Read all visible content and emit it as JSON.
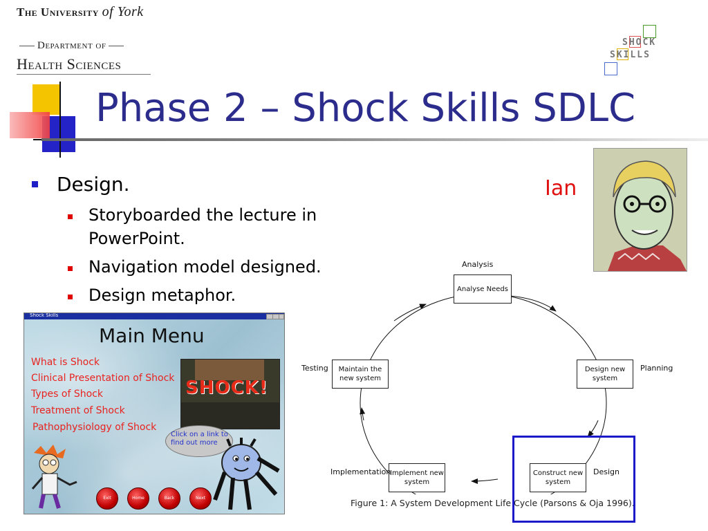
{
  "header": {
    "university_prefix": "The University",
    "university_name": "of York",
    "department_line1": "Department of",
    "department_line2": "Health Sciences",
    "logo_row1": "SHOCK",
    "logo_row2": "SKILLS"
  },
  "slide": {
    "title": "Phase 2 – Shock Skills SDLC",
    "bullet": "Design.",
    "sub_bullets": [
      "Storyboarded the lecture in",
      "PowerPoint.",
      "Navigation model designed.",
      "Design metaphor."
    ],
    "person_label": "Ian"
  },
  "main_menu": {
    "window_title": "Shock Skills",
    "title": "Main Menu",
    "links": [
      "What is Shock",
      "Clinical Presentation of Shock",
      "Types of Shock",
      "Treatment of Shock",
      "Pathophysiology of Shock"
    ],
    "image_word": "SHOCK!",
    "bubble_text": "Click on a link to find out more",
    "nav_buttons": [
      "Exit",
      "Home",
      "Back",
      "Next"
    ]
  },
  "sdlc": {
    "boxes": {
      "analyse": "Analyse Needs",
      "design_new": "Design new system",
      "construct": "Construct new system",
      "implement": "Implement new system",
      "maintain": "Maintain the new system"
    },
    "labels": {
      "analysis": "Analysis",
      "planning": "Planning",
      "design": "Design",
      "implementation": "Implementation",
      "testing": "Testing"
    },
    "caption": "Figure 1: A System Development Life Cycle (Parsons & Oja 1996)."
  },
  "colors": {
    "title": "#2c2c8c",
    "bullet_main": "#1f1fc8",
    "bullet_sub": "#e00000",
    "person_label": "#e01010",
    "menu_link": "#e8231f",
    "highlight": "#1a1ac8"
  }
}
